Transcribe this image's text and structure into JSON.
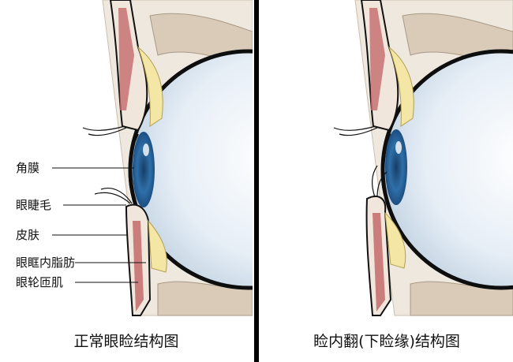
{
  "left": {
    "caption": "正常眼睑结构图",
    "labels": {
      "cornea": "角膜",
      "eyelash": "眼睫毛",
      "skin": "皮肤",
      "orbital_fat": "眼眶内脂肪",
      "orbicularis": "眼轮匝肌"
    }
  },
  "right": {
    "caption": "睑内翻(下睑缘)结构图"
  },
  "colors": {
    "eyeball": "#dfe9f2",
    "iris": "#2f6fa8",
    "fat": "#f4e7a6",
    "muscle": "#c46a6a",
    "bone": "#d9cbb8",
    "skin": "#f1e6dc",
    "sclera_shadow": "#101010"
  }
}
